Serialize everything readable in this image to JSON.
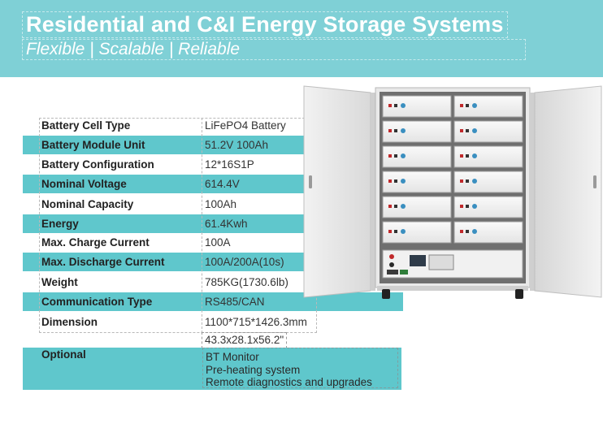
{
  "header": {
    "title": "Residential and C&I Energy Storage Systems",
    "subtitle": "Flexible | Scalable | Reliable"
  },
  "specs": [
    {
      "label": "Battery Cell Type",
      "value": "LiFePO4 Battery"
    },
    {
      "label": "Battery Module Unit",
      "value": "51.2V  100Ah"
    },
    {
      "label": "Battery Configuration",
      "value": "12*16S1P"
    },
    {
      "label": "Nominal Voltage",
      "value": "614.4V"
    },
    {
      "label": "Nominal Capacity",
      "value": "100Ah"
    },
    {
      "label": "Energy",
      "value": "61.4Kwh"
    },
    {
      "label": "Max. Charge Current",
      "value": "100A"
    },
    {
      "label": "Max. Discharge Current",
      "value": "100A/200A(10s)"
    },
    {
      "label": "Weight",
      "value": "785KG(1730.6lb)"
    },
    {
      "label": "Communication Type",
      "value": "RS485/CAN"
    },
    {
      "label": "Dimension",
      "value": "1100*715*1426.3mm"
    }
  ],
  "dimension_imperial": "43.3x28.1x56.2\"",
  "optional": {
    "label": "Optional",
    "items": [
      "BT Monitor",
      "Pre-heating system",
      "Remote diagnostics and upgrades"
    ]
  },
  "colors": {
    "header_bg": "#7fd0d6",
    "row_teal": "#5fc7cc",
    "text": "#222222"
  }
}
